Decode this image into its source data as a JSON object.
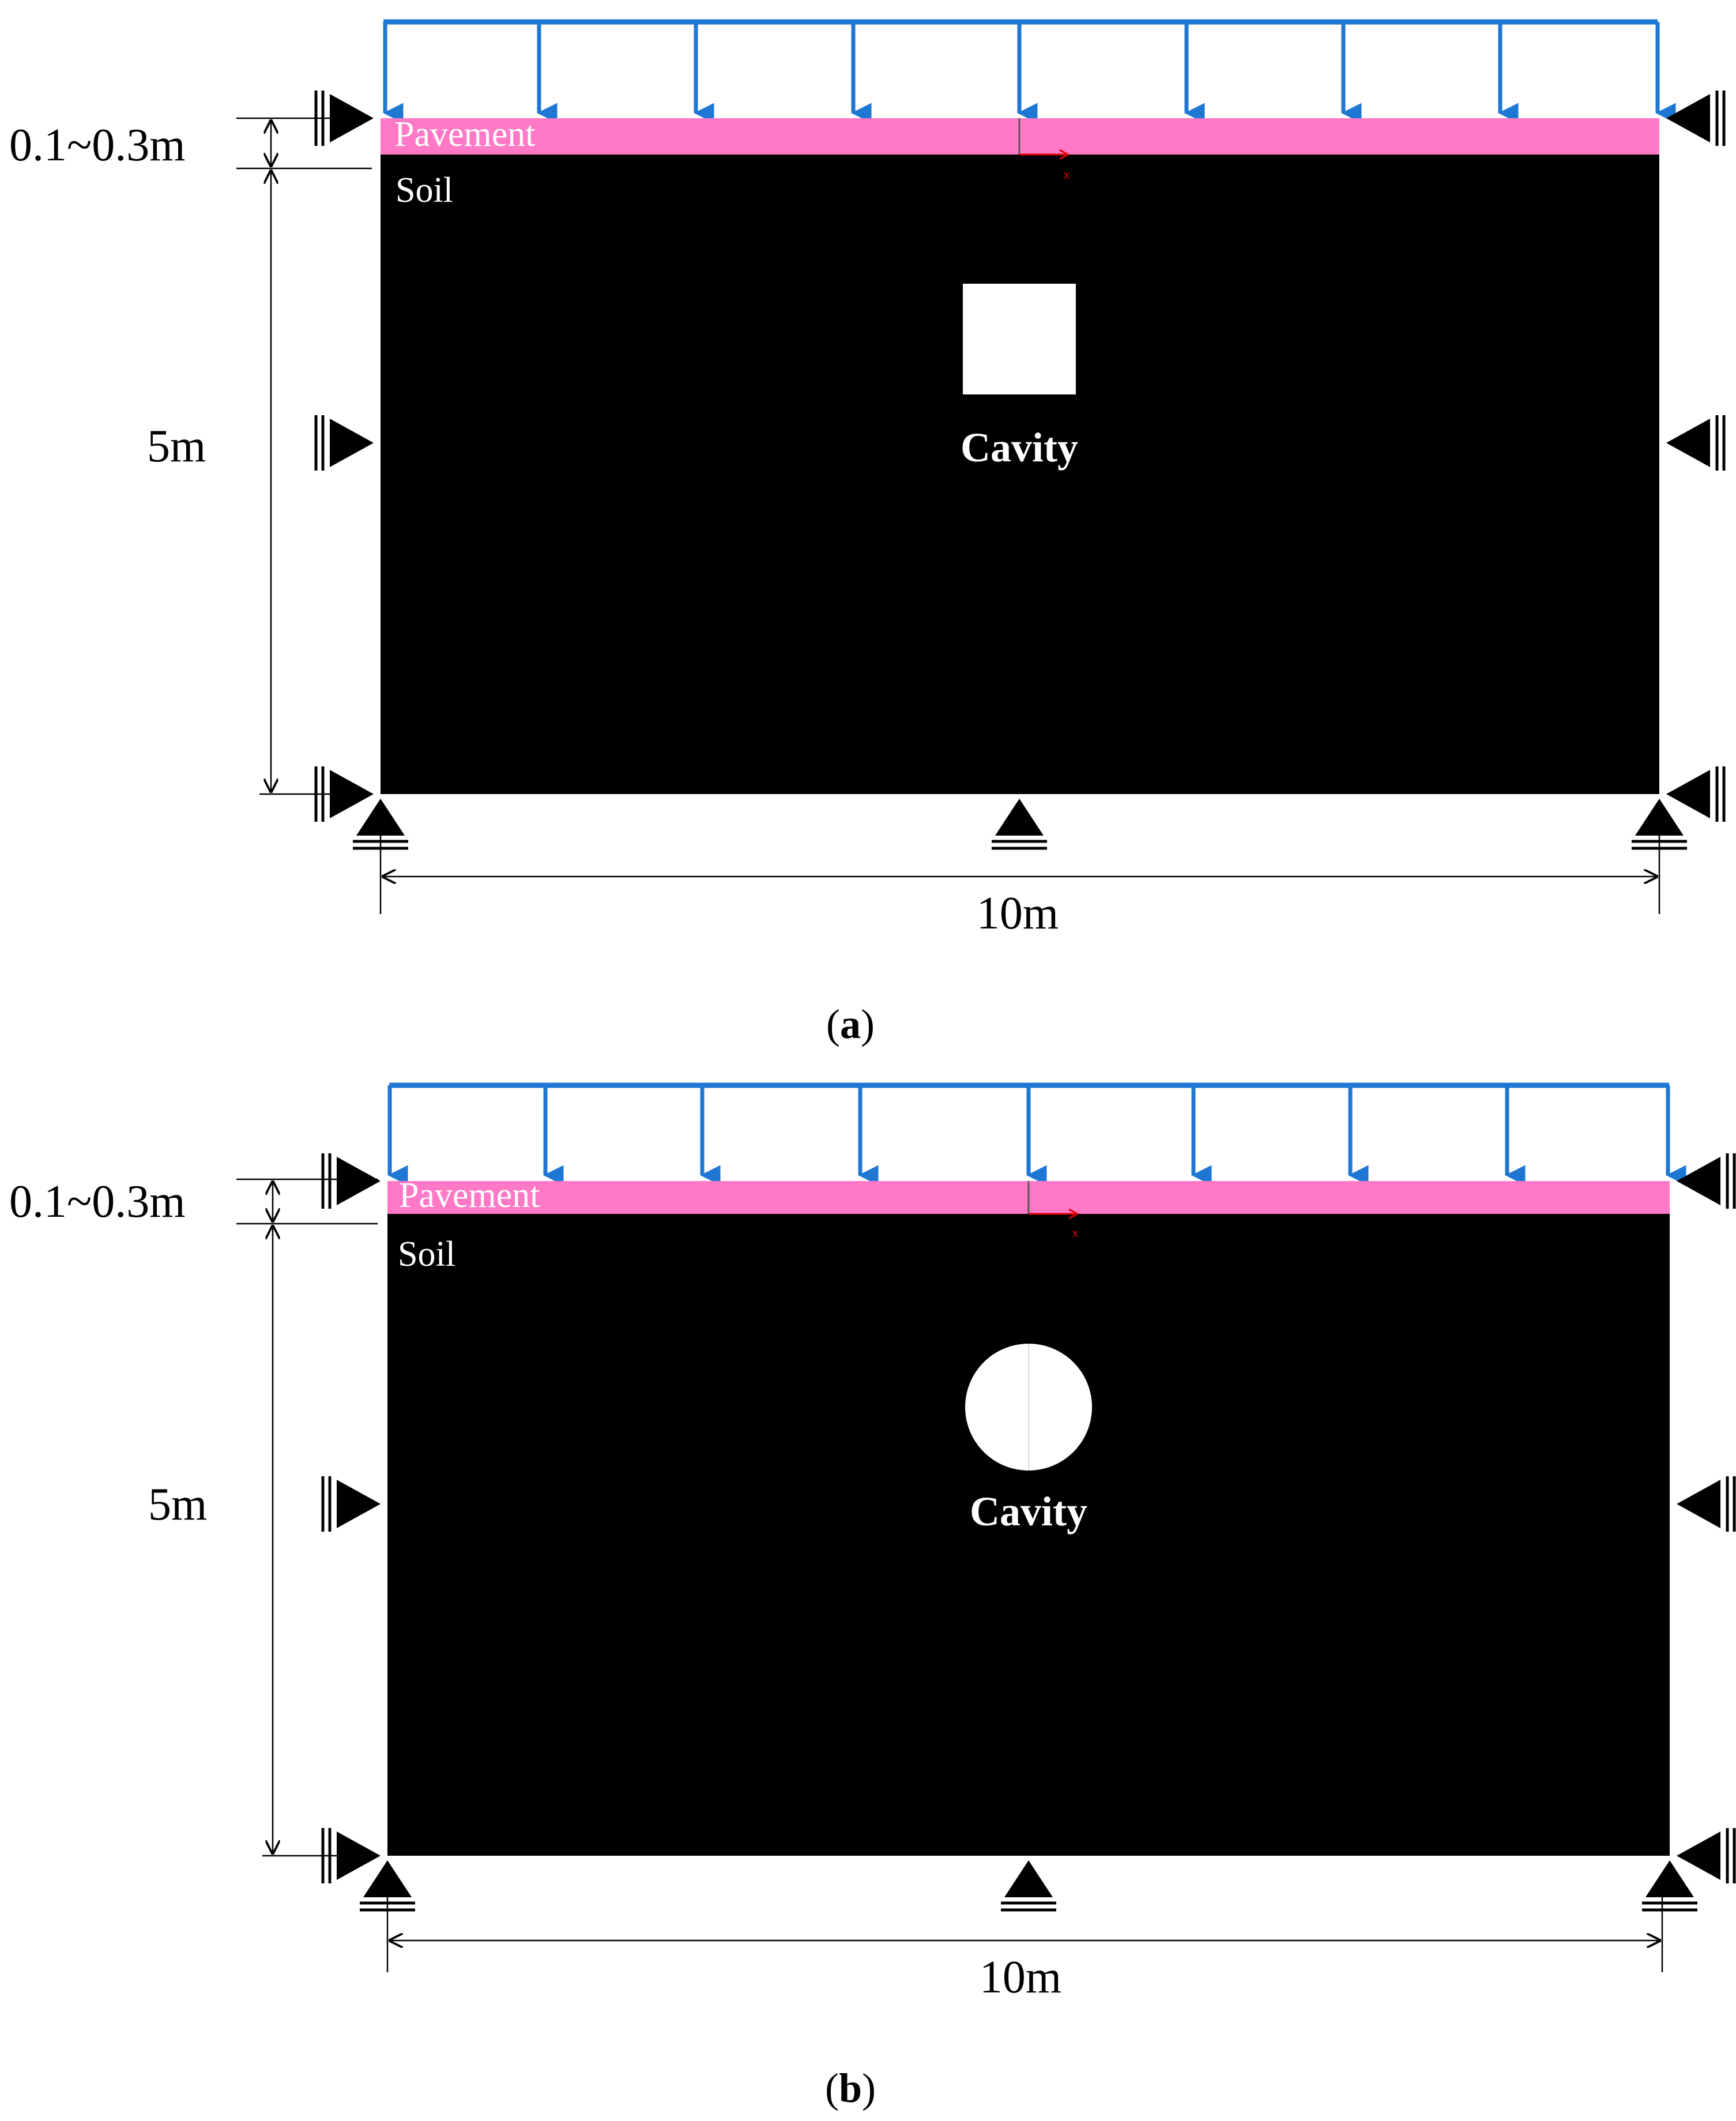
{
  "colors": {
    "load_arrow": "#1f77d4",
    "pavement": "#ff79c6",
    "soil": "#000000",
    "cavity": "#ffffff",
    "axis_marker": "#e00000"
  },
  "panels": [
    {
      "caption_letter": "a",
      "cavity_shape": "square",
      "labels": {
        "pavement": "Pavement",
        "soil": "Soil",
        "cavity": "Cavity",
        "pavement_thickness": "0.1~0.3m",
        "soil_depth": "5m",
        "width": "10m",
        "axis_x": "x"
      }
    },
    {
      "caption_letter": "b",
      "cavity_shape": "circle",
      "labels": {
        "pavement": "Pavement",
        "soil": "Soil",
        "cavity": "Cavity",
        "pavement_thickness": "0.1~0.3m",
        "soil_depth": "5m",
        "width": "10m",
        "axis_x": "x"
      }
    }
  ]
}
